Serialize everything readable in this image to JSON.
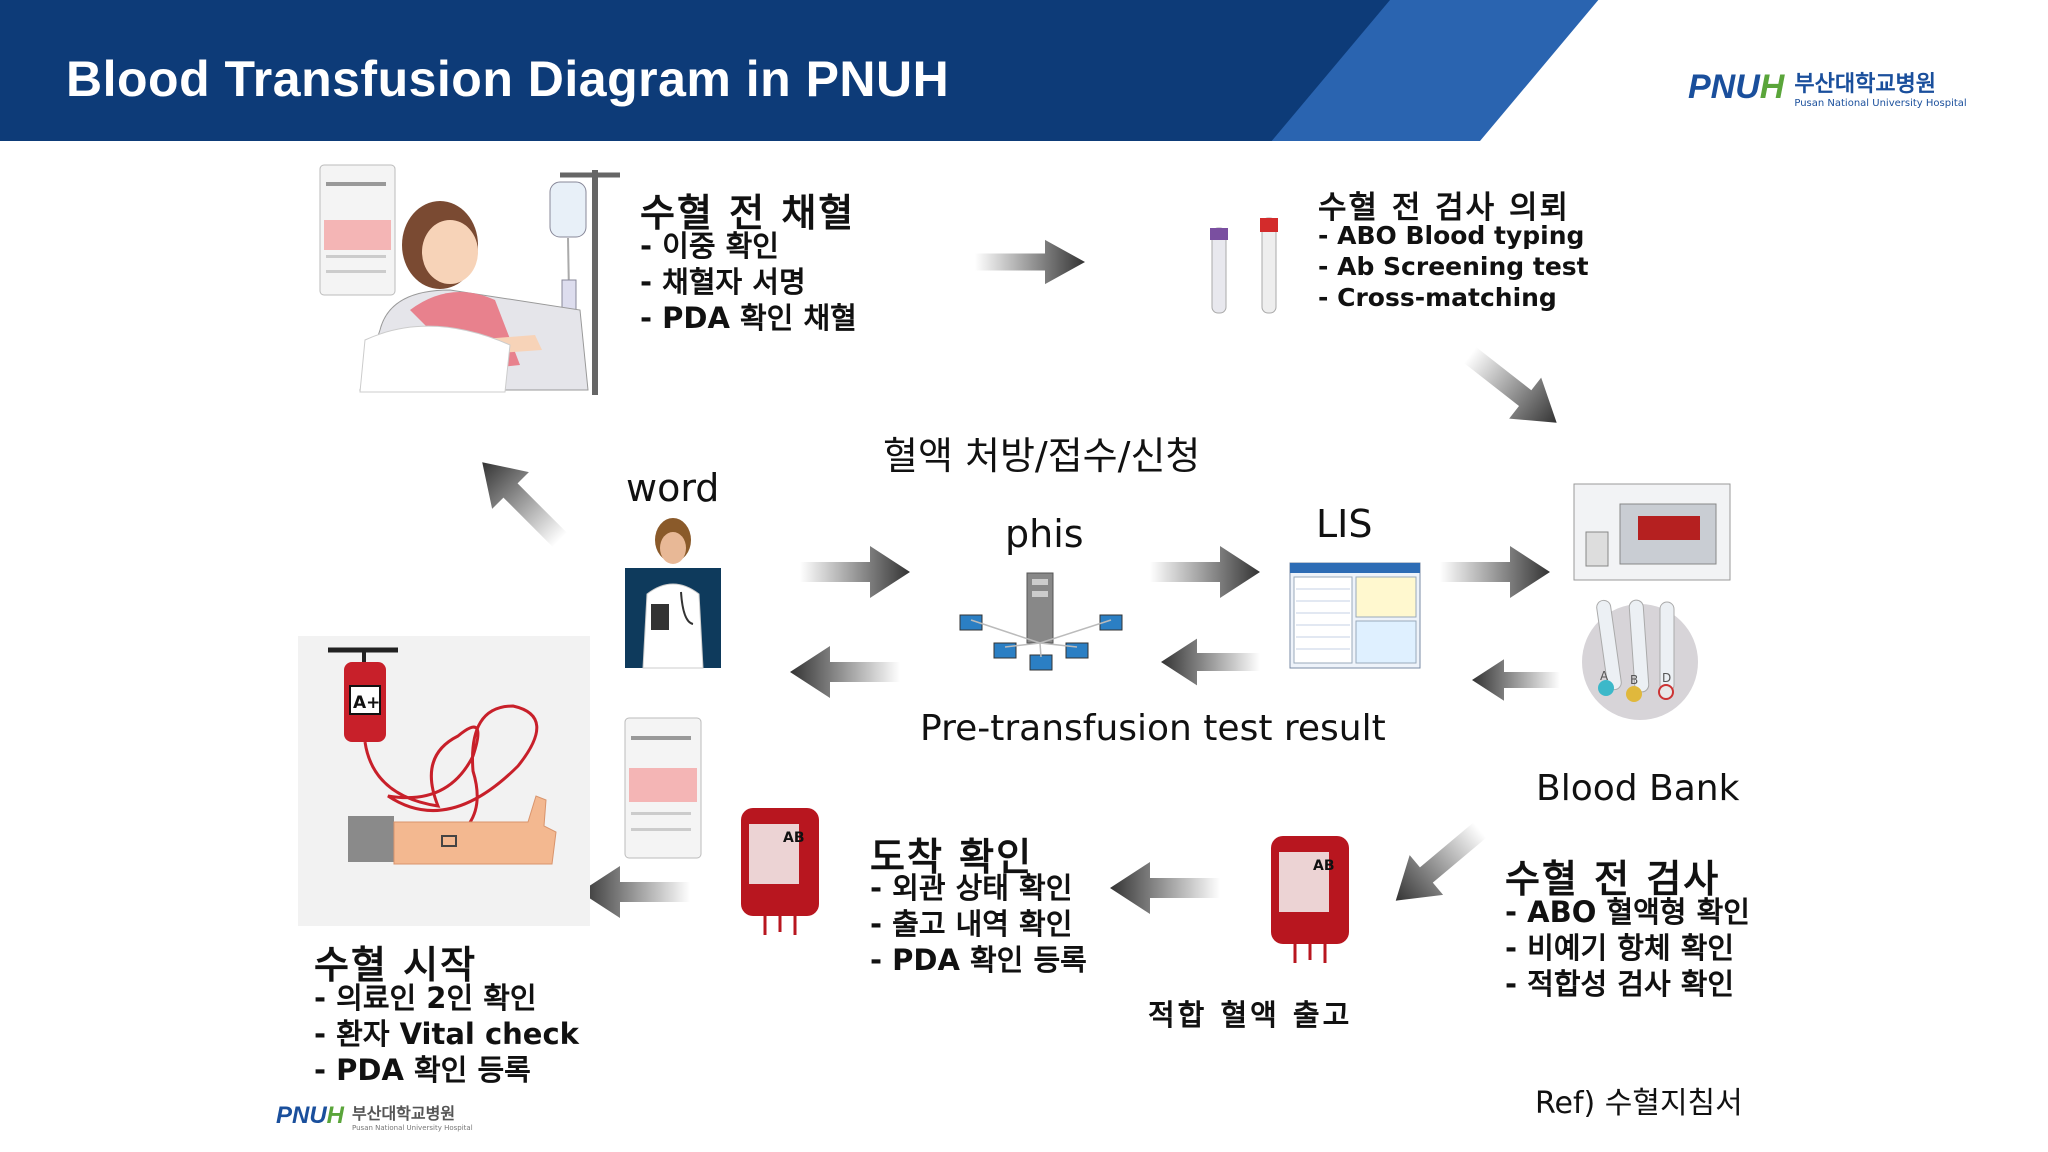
{
  "header": {
    "title": "Blood Transfusion Diagram in PNUH",
    "logo_mark": "PNU",
    "logo_mark_h": "H",
    "logo_kr": "부산대학교병원",
    "logo_en": "Pusan National University Hospital"
  },
  "steps": {
    "pre_collection": {
      "title": "수혈 전 채혈",
      "items": [
        "이중 확인",
        "채혈자 서명",
        "PDA 확인 채혈"
      ]
    },
    "pre_test_request": {
      "title": "수혈 전 검사 의뢰",
      "items": [
        "ABO Blood typing",
        "Ab Screening test",
        "Cross-matching"
      ]
    },
    "pre_test": {
      "title": "수혈 전 검사",
      "items": [
        "ABO 혈액형 확인",
        "비예기 항체 확인",
        "적합성 검사 확인"
      ]
    },
    "arrival_check": {
      "title": "도착 확인",
      "items": [
        "외관 상태 확인",
        "출고 내역 확인",
        "PDA 확인 등록"
      ]
    },
    "transfusion_start": {
      "title": "수혈 시작",
      "items": [
        "의료인 2인 확인",
        "환자 Vital check",
        "PDA 확인 등록"
      ]
    },
    "compatible_release": "적합 혈액 출고"
  },
  "labels": {
    "prescription": "혈액 처방/접수/신청",
    "word": "word",
    "phis": "phis",
    "lis": "LIS",
    "result": "Pre-transfusion test result",
    "blood_bank": "Blood Bank",
    "reference": "Ref) 수혈지침서"
  },
  "icons": {
    "bag_a": "A+",
    "bag_ab": "AB",
    "tube_letters": [
      "A",
      "B",
      "D"
    ]
  },
  "colors": {
    "header": "#0d3b78",
    "accent": "#2a64b0",
    "blood": "#c8202a"
  }
}
